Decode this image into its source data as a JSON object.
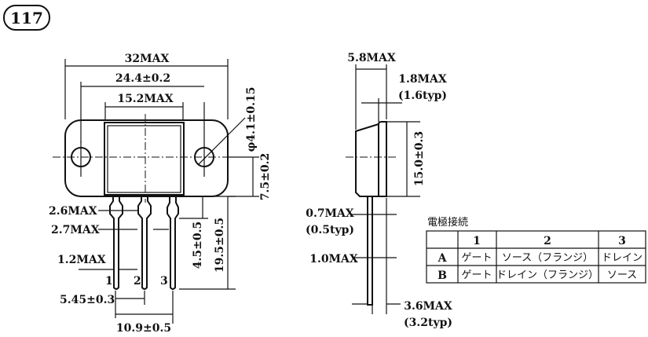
{
  "package_number": "117",
  "front_view": {
    "overall_width": "32MAX",
    "hole_pitch": "24.4±0.2",
    "body_width": "15.2MAX",
    "hole_diameter": "φ4.1±0.15",
    "hole_to_bottom": "7.5±0.2",
    "lead_head_width": "2.6MAX",
    "lead_width_upper": "2.7MAX",
    "lead_width": "1.2MAX",
    "lead_pitch": "5.45±0.3",
    "lead_span": "10.9±0.5",
    "lead_shoulder_length": "4.5±0.5",
    "lead_length": "19.5±0.5",
    "pin_labels": [
      "1",
      "2",
      "3"
    ]
  },
  "side_view": {
    "overall_thickness": "5.8MAX",
    "flange_thickness": "1.8MAX",
    "flange_thickness_typ": "(1.6typ)",
    "body_height": "15.0±0.3",
    "lead_thickness": "0.7MAX",
    "lead_thickness_typ": "(0.5typ)",
    "lead_width_side": "1.0MAX",
    "lead_offset": "3.6MAX",
    "lead_offset_typ": "(3.2typ)"
  },
  "connection_table": {
    "title": "電極接続",
    "headers": [
      "",
      "1",
      "2",
      "3"
    ],
    "rows": [
      [
        "A",
        "ゲート",
        "ソース（フランジ）",
        "ドレイン"
      ],
      [
        "B",
        "ゲート",
        "ドレイン（フランジ）",
        "ソース"
      ]
    ]
  }
}
